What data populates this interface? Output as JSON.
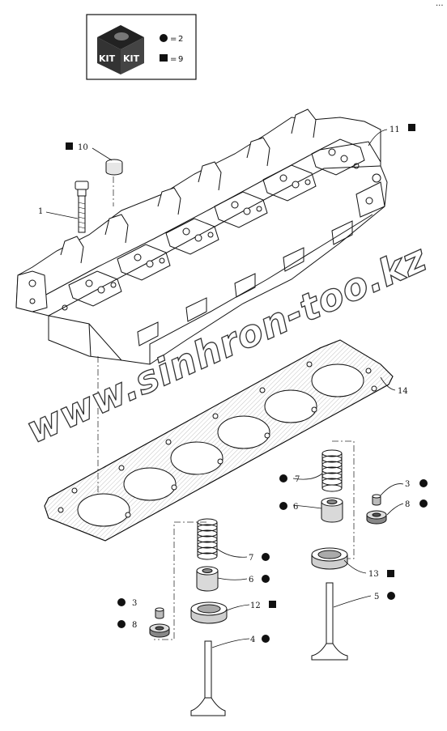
{
  "page_marker": "...",
  "kit_legend": {
    "kit_label": "KIT",
    "circle_value": "2",
    "square_value": "9",
    "circle_color": "#111111",
    "square_color": "#111111"
  },
  "watermark": "www.sinhron-too.kz",
  "callouts": [
    {
      "id": "c10",
      "number": "10",
      "marker": "square"
    },
    {
      "id": "c1",
      "number": "1",
      "marker": "none"
    },
    {
      "id": "c11",
      "number": "11",
      "marker": "square"
    },
    {
      "id": "c14",
      "number": "14",
      "marker": "none"
    },
    {
      "id": "c7a",
      "number": "7",
      "marker": "circle"
    },
    {
      "id": "c6a",
      "number": "6",
      "marker": "circle"
    },
    {
      "id": "c3a",
      "number": "3",
      "marker": "circle"
    },
    {
      "id": "c8a",
      "number": "8",
      "marker": "circle"
    },
    {
      "id": "c7b",
      "number": "7",
      "marker": "circle"
    },
    {
      "id": "c6b",
      "number": "6",
      "marker": "circle"
    },
    {
      "id": "c13",
      "number": "13",
      "marker": "square"
    },
    {
      "id": "c5",
      "number": "5",
      "marker": "circle"
    },
    {
      "id": "c3b",
      "number": "3",
      "marker": "circle"
    },
    {
      "id": "c8b",
      "number": "8",
      "marker": "circle"
    },
    {
      "id": "c12",
      "number": "12",
      "marker": "square"
    },
    {
      "id": "c4",
      "number": "4",
      "marker": "circle"
    }
  ]
}
